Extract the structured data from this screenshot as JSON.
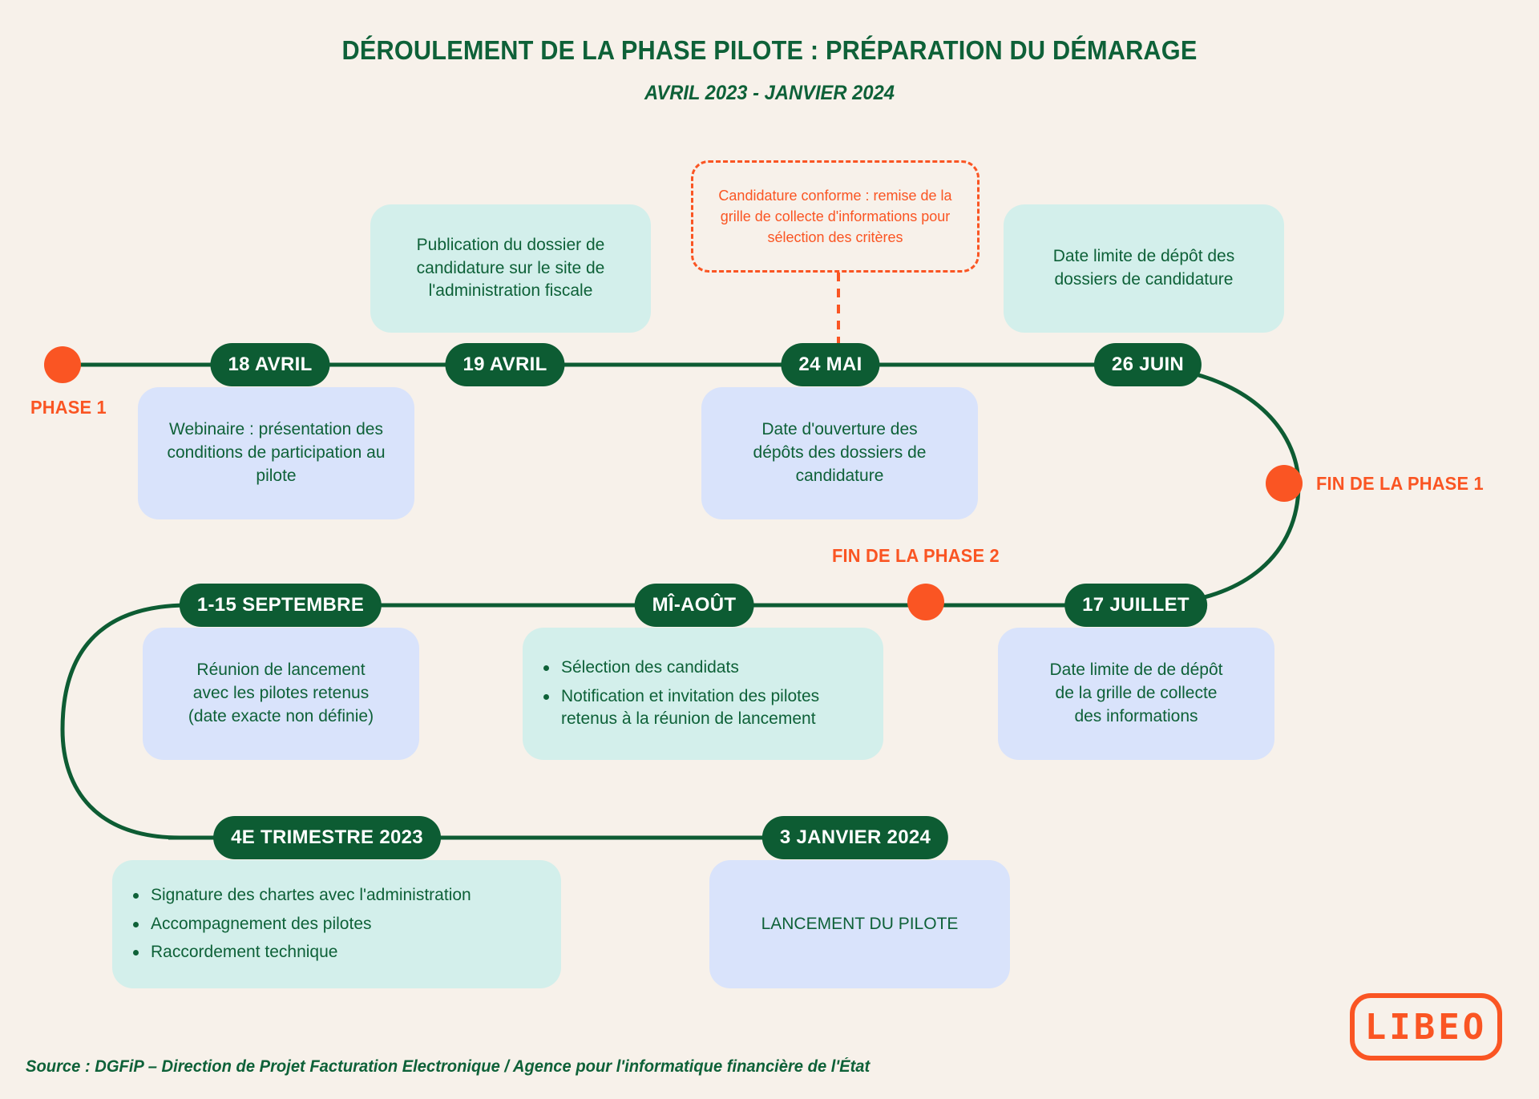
{
  "header": {
    "title": "DÉROULEMENT DE LA PHASE PILOTE  : PRÉPARATION DU DÉMARAGE",
    "subtitle": "AVRIL 2023 - JANVIER 2024"
  },
  "colors": {
    "background": "#f7f1ea",
    "green": "#0d5c33",
    "green_text": "#0e6138",
    "orange": "#fa5523",
    "card_blue": "#d9e3fb",
    "card_cyan": "#d3efeb"
  },
  "markers": [
    {
      "id": "phase1",
      "label": "PHASE 1"
    },
    {
      "id": "fin_phase_1",
      "label": "FIN DE LA PHASE 1"
    },
    {
      "id": "fin_phase_2",
      "label": "FIN DE LA PHASE 2"
    }
  ],
  "nodes": [
    {
      "id": "n18avril",
      "label": "18 AVRIL"
    },
    {
      "id": "n19avril",
      "label": "19 AVRIL"
    },
    {
      "id": "n24mai",
      "label": "24 MAI"
    },
    {
      "id": "n26juin",
      "label": "26 JUIN"
    },
    {
      "id": "n17juillet",
      "label": "17 JUILLET"
    },
    {
      "id": "nmiaout",
      "label": "MÎ-AOÛT"
    },
    {
      "id": "nseptembre",
      "label": "1-15 SEPTEMBRE"
    },
    {
      "id": "ntrimestre",
      "label": "4E TRIMESTRE 2023"
    },
    {
      "id": "njanvier",
      "label": "3 JANVIER 2024"
    }
  ],
  "cards": {
    "c19avril": {
      "lines": [
        "Publication du dossier de",
        "candidature sur le site de",
        "l'administration fiscale"
      ]
    },
    "c26juin": {
      "lines": [
        "Date limite de dépôt des",
        "dossiers de candidature"
      ]
    },
    "c18avril": {
      "lines": [
        "Webinaire : présentation des",
        "conditions de participation au",
        "pilote"
      ]
    },
    "c24mai": {
      "lines": [
        "Date d'ouverture des",
        "dépôts des dossiers de",
        "candidature"
      ]
    },
    "c17juillet": {
      "lines": [
        "Date limite de de dépôt",
        "de la grille de collecte",
        "des informations"
      ]
    },
    "cmiaout": {
      "bullets": [
        "Sélection des candidats",
        "Notification et invitation des pilotes retenus à la réunion de lancement"
      ]
    },
    "cseptembre": {
      "lines": [
        "Réunion de lancement",
        "avec les pilotes retenus",
        "(date exacte non définie)"
      ]
    },
    "ctrimestre": {
      "bullets": [
        "Signature des chartes avec l'administration",
        "Accompagnement des pilotes",
        "Raccordement technique"
      ]
    },
    "cjanvier": {
      "lines": [
        "LANCEMENT DU PILOTE"
      ]
    }
  },
  "callout": {
    "lines": [
      "Candidature conforme : remise de la",
      "grille de collecte d'informations pour",
      "sélection des critères"
    ]
  },
  "logo": {
    "text": "LIBEO"
  },
  "footer": {
    "source": "Source : DGFiP – Direction de Projet Facturation Electronique / Agence pour l'informatique financière de l'État"
  }
}
